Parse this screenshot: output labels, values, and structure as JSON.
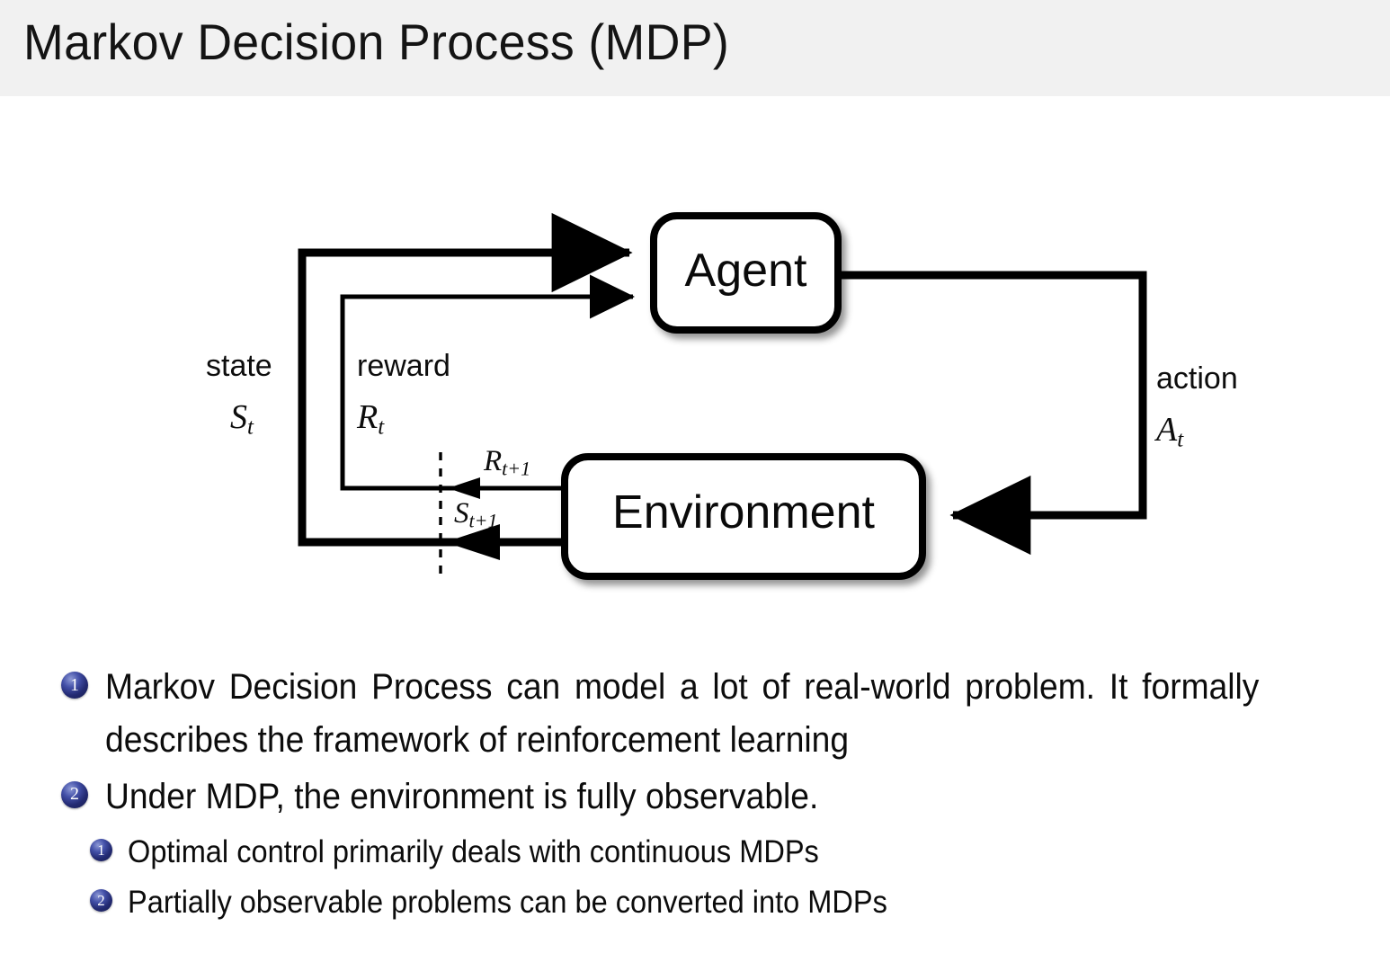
{
  "slide": {
    "title": "Markov Decision Process (MDP)",
    "header_bg": "#f1f1f1",
    "page_bg": "#ffffff"
  },
  "diagram": {
    "name": "agent-environment-interaction-loop",
    "stroke_color": "#000000",
    "nodes": [
      {
        "id": "agent",
        "label": "Agent"
      },
      {
        "id": "environment",
        "label": "Environment"
      }
    ],
    "edge_labels": {
      "state_word": "state",
      "state_symbol": "S",
      "state_symbol_sub": "t",
      "reward_word": "reward",
      "reward_symbol": "R",
      "reward_symbol_sub": "t",
      "action_word": "action",
      "action_symbol": "A",
      "action_symbol_sub": "t",
      "next_reward_symbol": "R",
      "next_reward_sub": "t+1",
      "next_state_symbol": "S",
      "next_state_sub": "t+1"
    }
  },
  "bullets": {
    "marker_color": "#232a72",
    "level1": [
      {
        "number": "1",
        "text": "Markov Decision Process can model a lot of real-world problem. It formally describes the framework of reinforcement learning",
        "children": []
      },
      {
        "number": "2",
        "text": "Under MDP, the environment is fully observable.",
        "children": [
          {
            "number": "1",
            "text": "Optimal control primarily deals with continuous MDPs"
          },
          {
            "number": "2",
            "text": "Partially observable problems can be converted into MDPs"
          }
        ]
      }
    ]
  }
}
